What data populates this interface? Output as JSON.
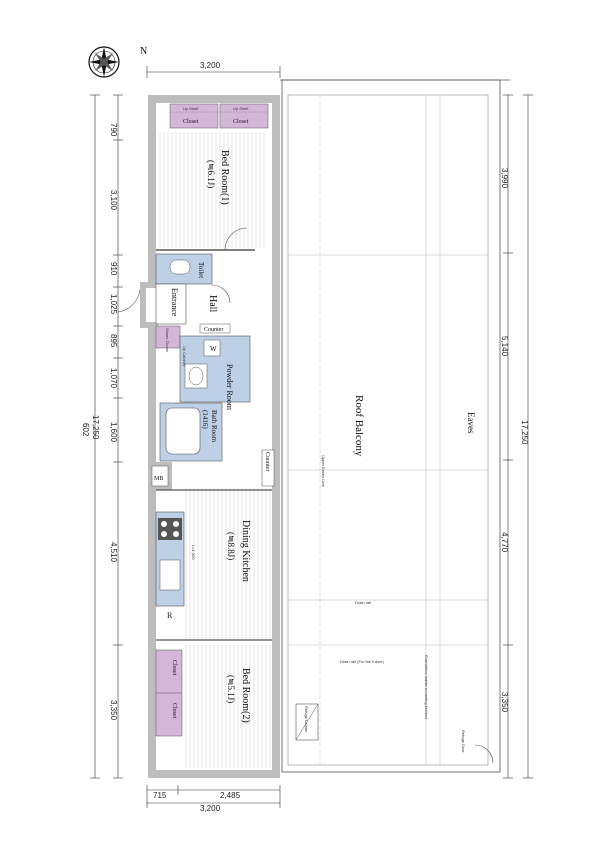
{
  "dims_top": {
    "width": "3,200"
  },
  "dims_bottom": {
    "left_seg": "715",
    "right_seg": "2,485",
    "total": "3,200"
  },
  "dims_left": {
    "segments": [
      "790",
      "3,100",
      "910",
      "1,025",
      "895",
      "1,070",
      "1,600",
      "4,510",
      "3,350"
    ],
    "total": "17,250",
    "overall": "602"
  },
  "dims_right": {
    "segments": [
      "3,990",
      "5,140",
      "4,770",
      "3,350"
    ],
    "total": "17,250"
  },
  "compass": {
    "north": "N"
  },
  "rooms": {
    "closet_a": "Closet",
    "up_shelf_a": "Up Shelf",
    "closet_b": "Closet",
    "up_shelf_b": "Up Shelf",
    "bedroom1": "Bed Room(1)",
    "bedroom1_size": "(≒6.1J)",
    "toilet": "Toilet",
    "entrance": "Entrance",
    "hall": "Hall",
    "counter1": "Counter",
    "w_mark": "W",
    "powder_room": "Powder Room",
    "bath_room": "Bath Room",
    "bath_size": "(1416)",
    "mb": "MB",
    "counter2": "Counter",
    "dining_kitchen": "Dining Kitchen",
    "dk_size": "(≒8.8J)",
    "r_mark": "R",
    "closet_c": "Closet",
    "closet_d": "Closet",
    "bedroom2": "Bed Room(2)",
    "bedroom2_size": "(≒5.1J)",
    "roof_balcony": "Roof Balcony",
    "eaves": "Eaves",
    "upper_eaves": "Upper Eaves Line",
    "drain_rail": "Drain rail",
    "drain_rail_future": "Drain rail (For the future)",
    "evac_bracket": "Evacuation ladder mounting bracket",
    "refuge_ladder": "Refuge Ladder",
    "refuge_door": "Refuge Door",
    "small_labels": {
      "up_shelf": "Up Shelf",
      "shoes_closet": "Shoes Closet",
      "up_cabinet": "Up Cabinet",
      "l_counter": "L=1,300"
    }
  }
}
